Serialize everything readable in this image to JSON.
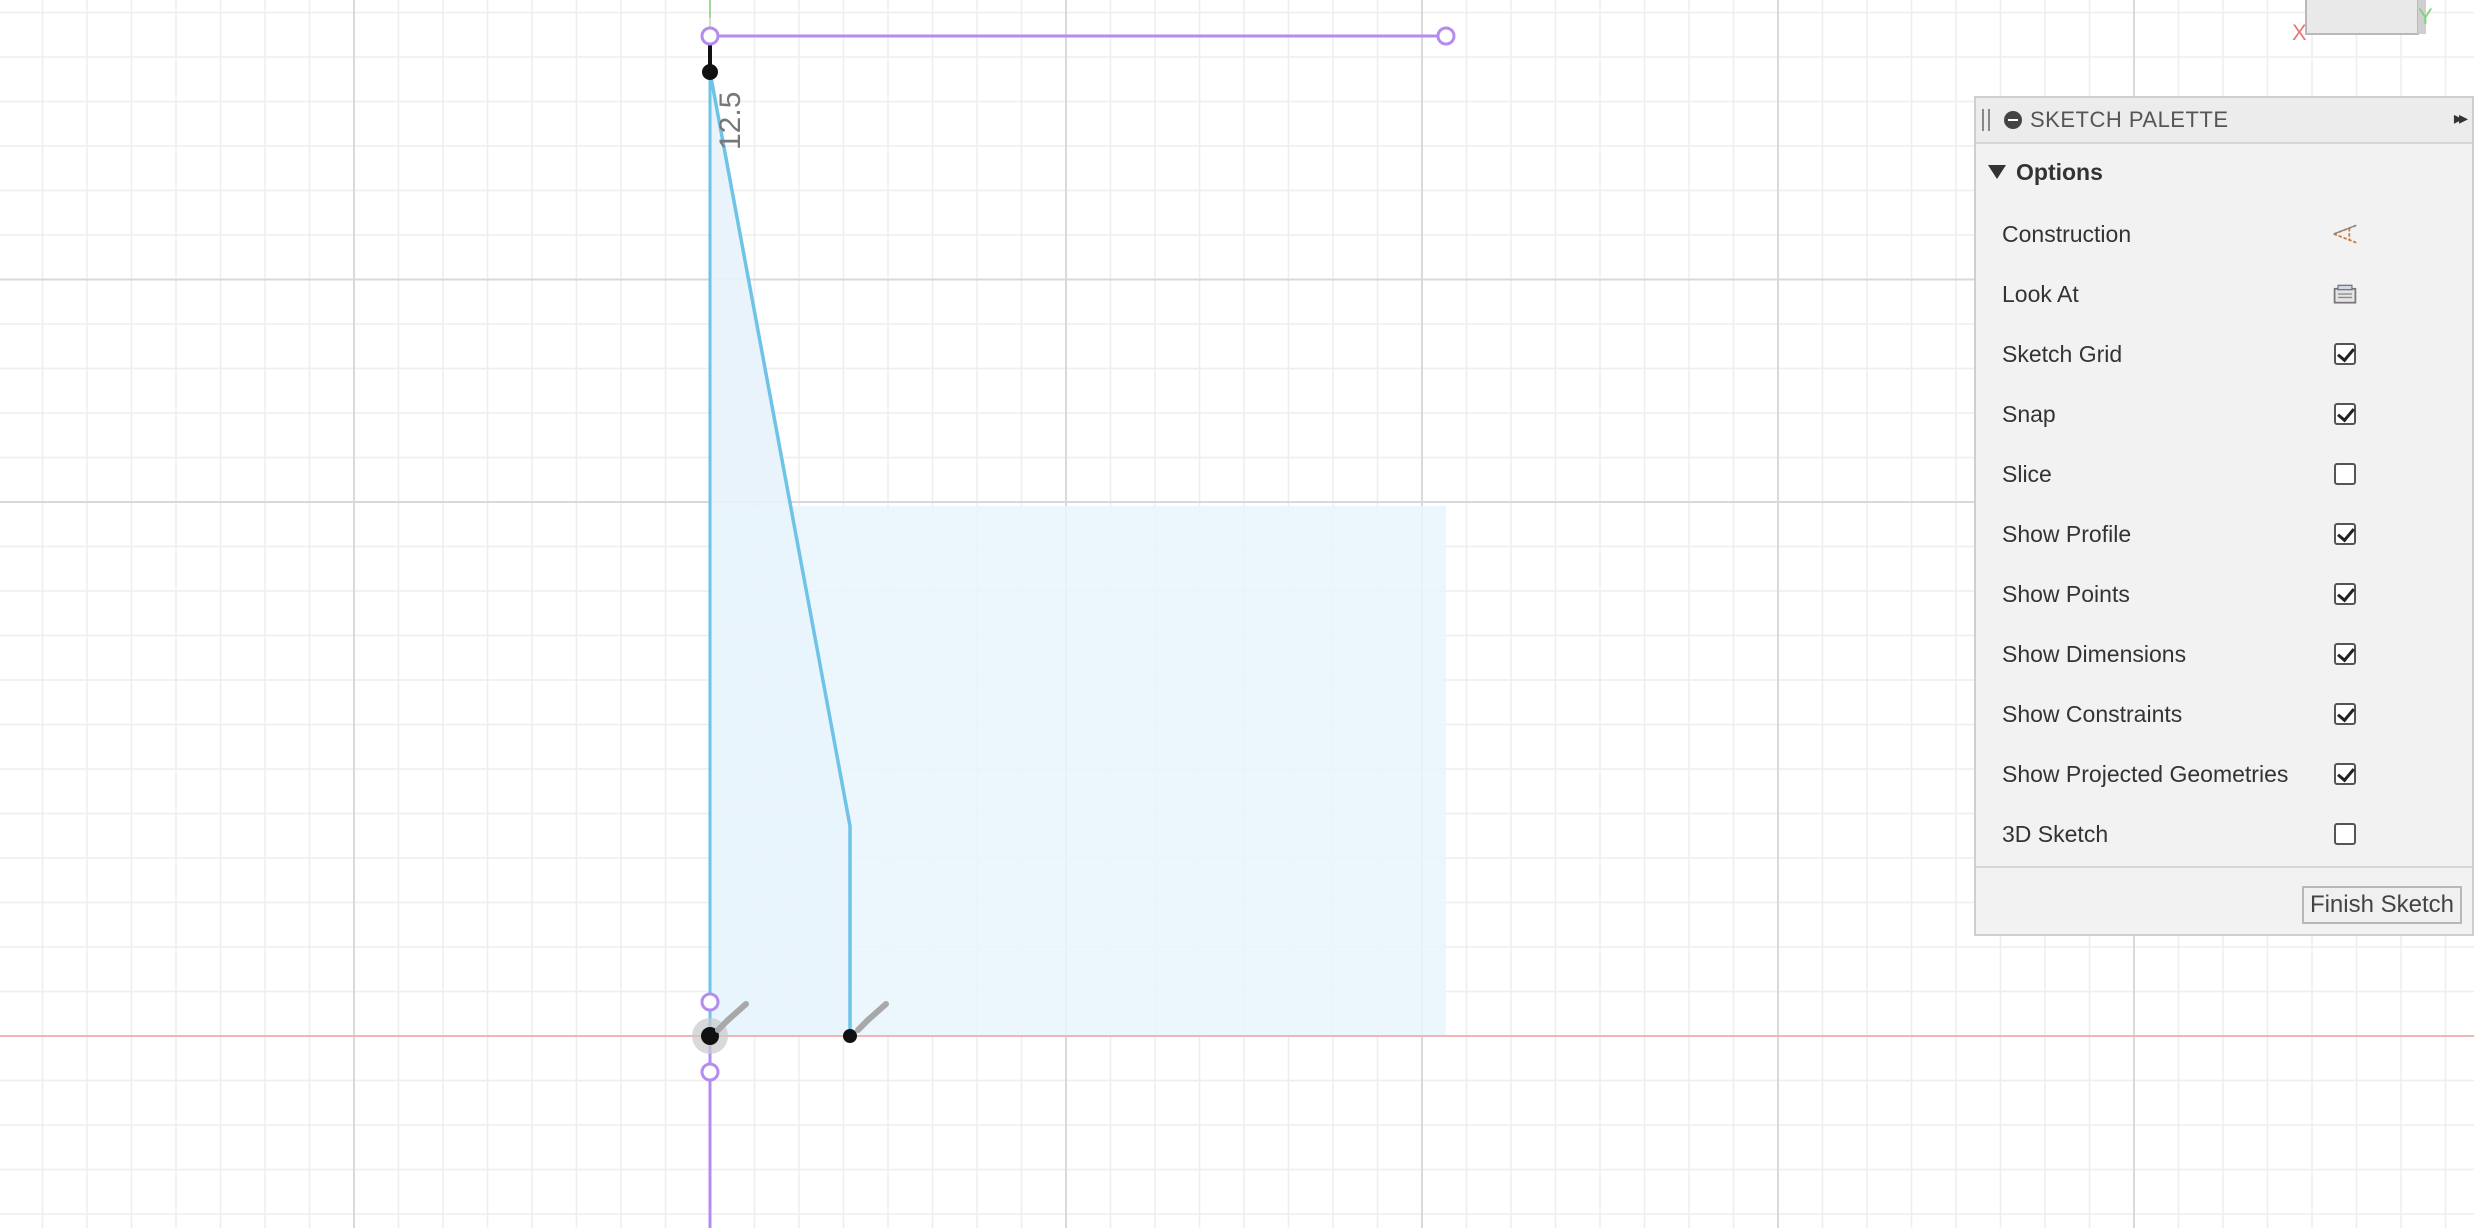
{
  "app": "Fusion 360 sketch environment",
  "sketch": {
    "dimension_label": "12.5",
    "colors": {
      "grid_minor": "#eeeeee",
      "grid_major": "#d9d9d9",
      "x_axis": "#f2b5b5",
      "y_axis_construction": "#b48cf0",
      "profile_fill": "#e6f2fc",
      "sketch_line": "#6ec3e6",
      "point": "#111111",
      "constraint_gray": "#a8a8a8"
    }
  },
  "viewcube": {
    "x_label": "X",
    "y_label": "Y"
  },
  "palette": {
    "title": "SKETCH PALETTE",
    "expand_glyph": "▸▸",
    "section": "Options",
    "options": [
      {
        "label": "Construction",
        "control": "construction-icon"
      },
      {
        "label": "Look At",
        "control": "look-at-icon"
      },
      {
        "label": "Sketch Grid",
        "control": "checkbox",
        "checked": true
      },
      {
        "label": "Snap",
        "control": "checkbox",
        "checked": true
      },
      {
        "label": "Slice",
        "control": "checkbox",
        "checked": false
      },
      {
        "label": "Show Profile",
        "control": "checkbox",
        "checked": true
      },
      {
        "label": "Show Points",
        "control": "checkbox",
        "checked": true
      },
      {
        "label": "Show Dimensions",
        "control": "checkbox",
        "checked": true
      },
      {
        "label": "Show Constraints",
        "control": "checkbox",
        "checked": true
      },
      {
        "label": "Show Projected Geometries",
        "control": "checkbox",
        "checked": true
      },
      {
        "label": "3D Sketch",
        "control": "checkbox",
        "checked": false
      }
    ],
    "finish_label": "Finish Sketch"
  }
}
